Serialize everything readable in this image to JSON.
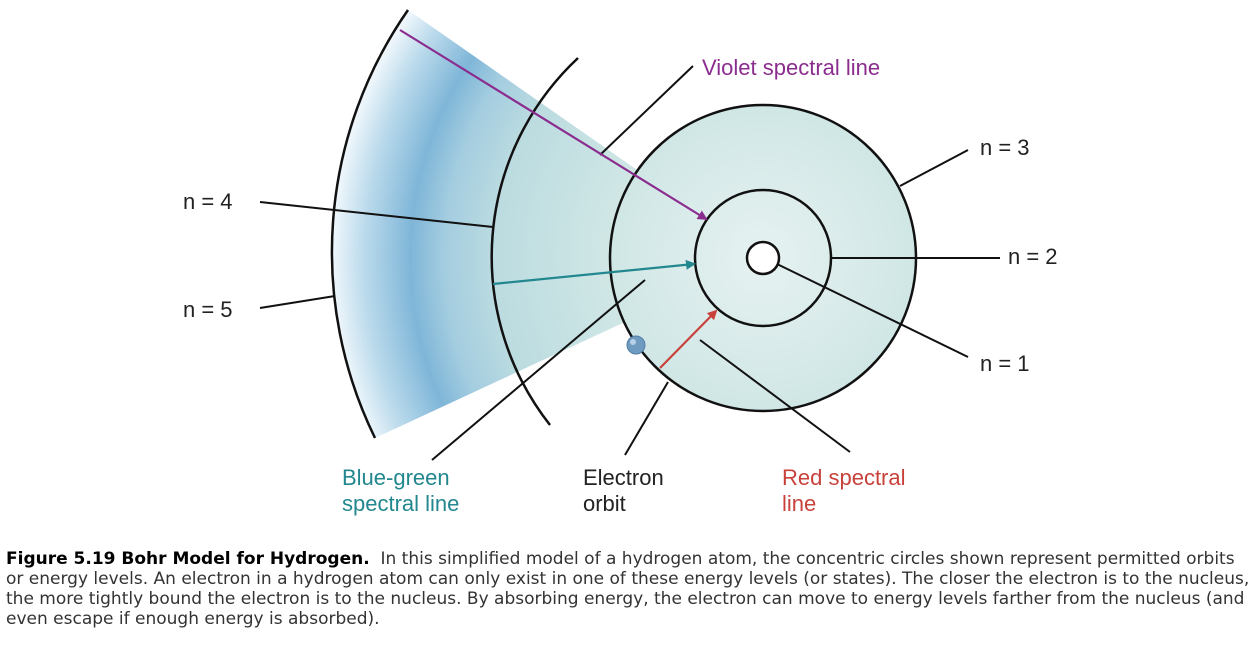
{
  "diagram": {
    "labels": {
      "n4": "n = 4",
      "n5": "n = 5",
      "n3": "n = 3",
      "n2": "n = 2",
      "n1": "n = 1",
      "violet_line": "Violet spectral line",
      "blue_green_line_1": "Blue-green",
      "blue_green_line_2": "spectral line",
      "electron_orbit_1": "Electron",
      "electron_orbit_2": "orbit",
      "red_line_1": "Red spectral",
      "red_line_2": "line"
    },
    "colors": {
      "violet": "#8b2c8f",
      "blue_green": "#23878f",
      "red": "#c8413b",
      "orbit": "#111111",
      "field_light": "#dceeee",
      "field_blue": "#7fb6d8"
    }
  },
  "caption": {
    "title": "Figure 5.19 Bohr Model for Hydrogen.",
    "text": "In this simplified model of a hydrogen atom, the concentric circles shown represent permitted orbits or energy levels. An electron in a hydrogen atom can only exist in one of these energy levels (or states). The closer the electron is to the nucleus, the more tightly bound the electron is to the nucleus. By absorbing energy, the electron can move to energy levels farther from the nucleus (and even escape if enough energy is absorbed)."
  }
}
